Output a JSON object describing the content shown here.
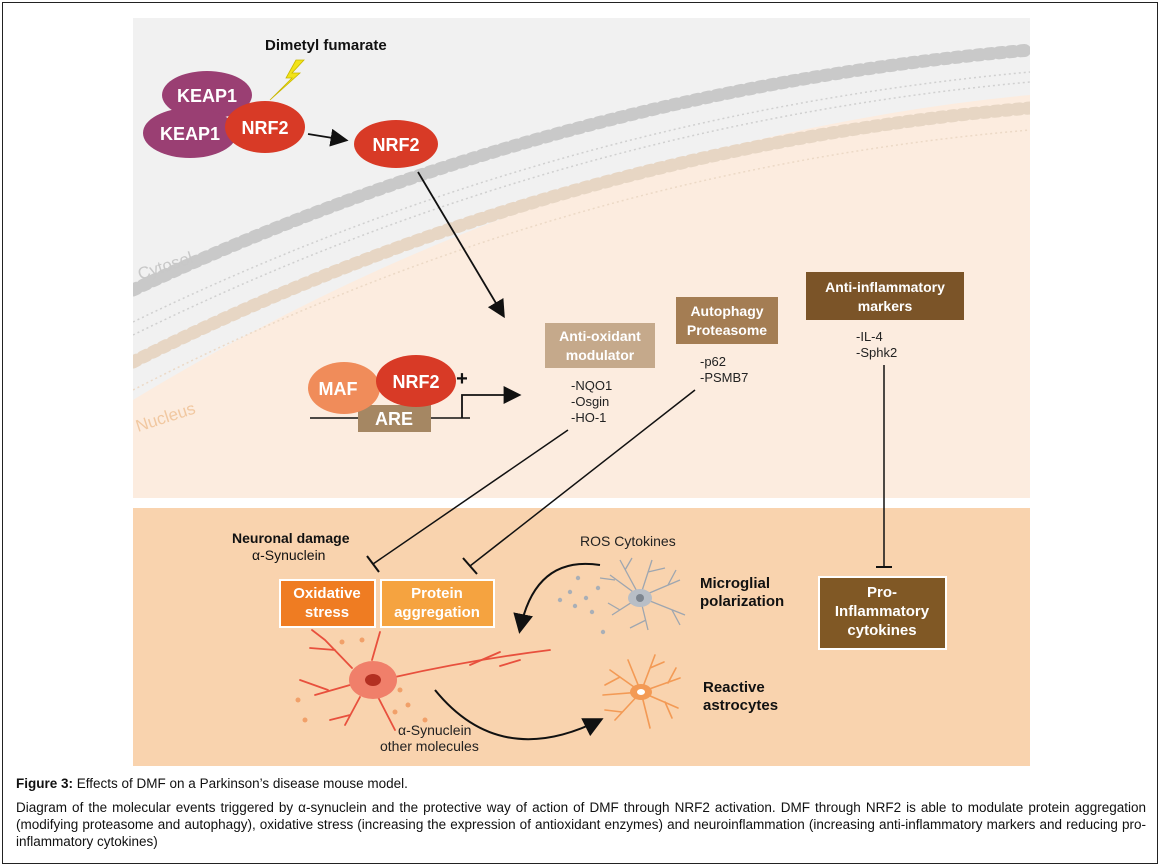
{
  "colors": {
    "cytosol_bg": "#f1f1f1",
    "nucleus_bg": "#fcecdf",
    "lower_bg": "#f9d3ae",
    "keap1": "#9a3f73",
    "nrf2": "#d83a26",
    "maf": "#f08c5a",
    "are_box": "#a58763",
    "antioxidant_box": "#c5a98b",
    "autophagy_box": "#a47d53",
    "antiinflam_box": "#7b5428",
    "orange_box": "#ef7c22",
    "orange_light_box": "#f5a340",
    "proinflam_box": "#805825",
    "neuron": "#e8503d",
    "bolt": "#f2e318"
  },
  "top": {
    "dmf_label": "Dimetyl fumarate",
    "keap1_label": "KEAP1",
    "nrf2_label": "NRF2",
    "cytosol_label": "Cytosol",
    "nucleus_label": "Nucleus",
    "maf_label": "MAF",
    "are_label": "ARE",
    "plus_label": "+"
  },
  "targets": {
    "antioxidant": {
      "title_line1": "Anti-oxidant",
      "title_line2": "modulator",
      "items": [
        "-NQO1",
        "-Osgin",
        "-HO-1"
      ]
    },
    "autophagy": {
      "title_line1": "Autophagy",
      "title_line2": "Proteasome",
      "items": [
        "-p62",
        "-PSMB7"
      ]
    },
    "antiinflam": {
      "title_line1": "Anti-inflammatory",
      "title_line2": "markers",
      "items": [
        "-IL-4",
        "-Sphk2"
      ]
    }
  },
  "bottom": {
    "neuronal_damage": "Neuronal damage",
    "synuclein_label": "α-Synuclein",
    "oxidative_line1": "Oxidative",
    "oxidative_line2": "stress",
    "protein_line1": "Protein",
    "protein_line2": "aggregation",
    "ros_label": "ROS Cytokines",
    "microglial_line1": "Microglial",
    "microglial_line2": "polarization",
    "proinflam_line1": "Pro-",
    "proinflam_line2": "Inflammatory",
    "proinflam_line3": "cytokines",
    "reactive_line1": "Reactive",
    "reactive_line2": "astrocytes",
    "synuclein_other_line1": "α-Synuclein",
    "synuclein_other_line2": "other molecules"
  },
  "caption": {
    "figure_label": "Figure 3:",
    "figure_title": " Effects of DMF on a Parkinson’s disease mouse model.",
    "description": "Diagram of the molecular events triggered by α-synuclein and the protective way of action of DMF through NRF2 activation. DMF through NRF2 is able to modulate protein aggregation (modifying proteasome and autophagy), oxidative stress (increasing the expression of antioxidant enzymes) and neuroinflammation (increasing anti-inflammatory markers and reducing pro-inflammatory cytokines)"
  }
}
